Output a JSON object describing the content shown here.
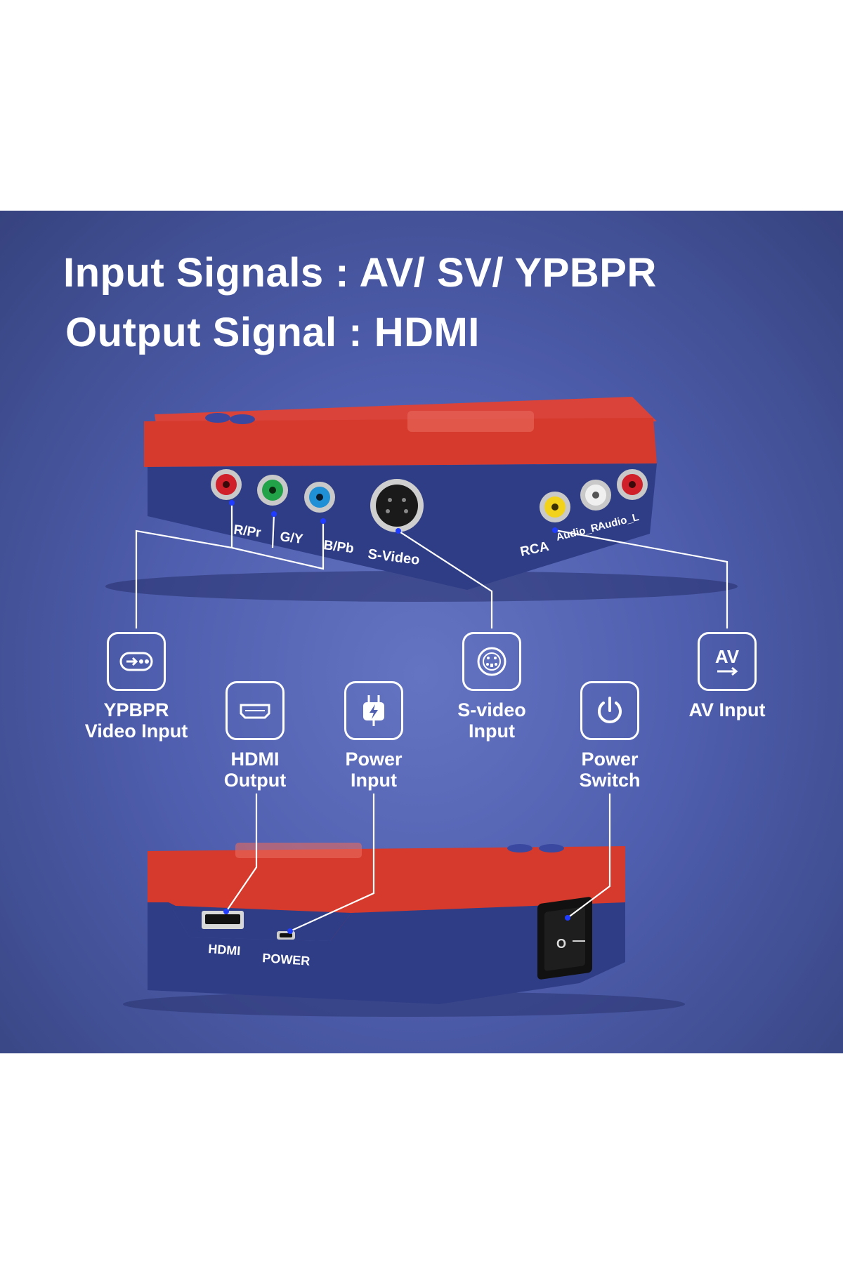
{
  "headline": {
    "input_signals": "Input Signals : AV/ SV/ YPBPR",
    "output_signal": "Output Signal : HDMI"
  },
  "device_top": {
    "port_labels": {
      "r_pr": "R/Pr",
      "g_y": "G/Y",
      "b_pb": "B/Pb",
      "s_video": "S-Video",
      "rca": "RCA",
      "audio_r": "Audio_R",
      "audio_l": "Audio_L"
    }
  },
  "device_bottom": {
    "port_labels": {
      "hdmi": "HDMI",
      "power": "POWER",
      "switch_off": "O",
      "switch_on": "—"
    }
  },
  "features": [
    {
      "icon": "component-input-icon",
      "label": "YPBPR\nVideo Input"
    },
    {
      "icon": "hdmi-port-icon",
      "label": "HDMI\nOutput"
    },
    {
      "icon": "power-plug-icon",
      "label": "Power\nInput"
    },
    {
      "icon": "s-video-connector-icon",
      "label": "S-video\nInput"
    },
    {
      "icon": "power-button-icon",
      "label": "Power\nSwitch"
    },
    {
      "icon": "av-arrow-icon",
      "icon_text": "AV",
      "label": "AV Input"
    }
  ],
  "colors": {
    "panel": "#4f5eae",
    "case_red": "#d63a2c",
    "case_blue": "#2f3d86",
    "jack_red": "#d0202a",
    "jack_green": "#22a34a",
    "jack_blue": "#1f8fd6",
    "jack_yellow": "#f2d21b",
    "callout_dot": "#1f3cff"
  }
}
